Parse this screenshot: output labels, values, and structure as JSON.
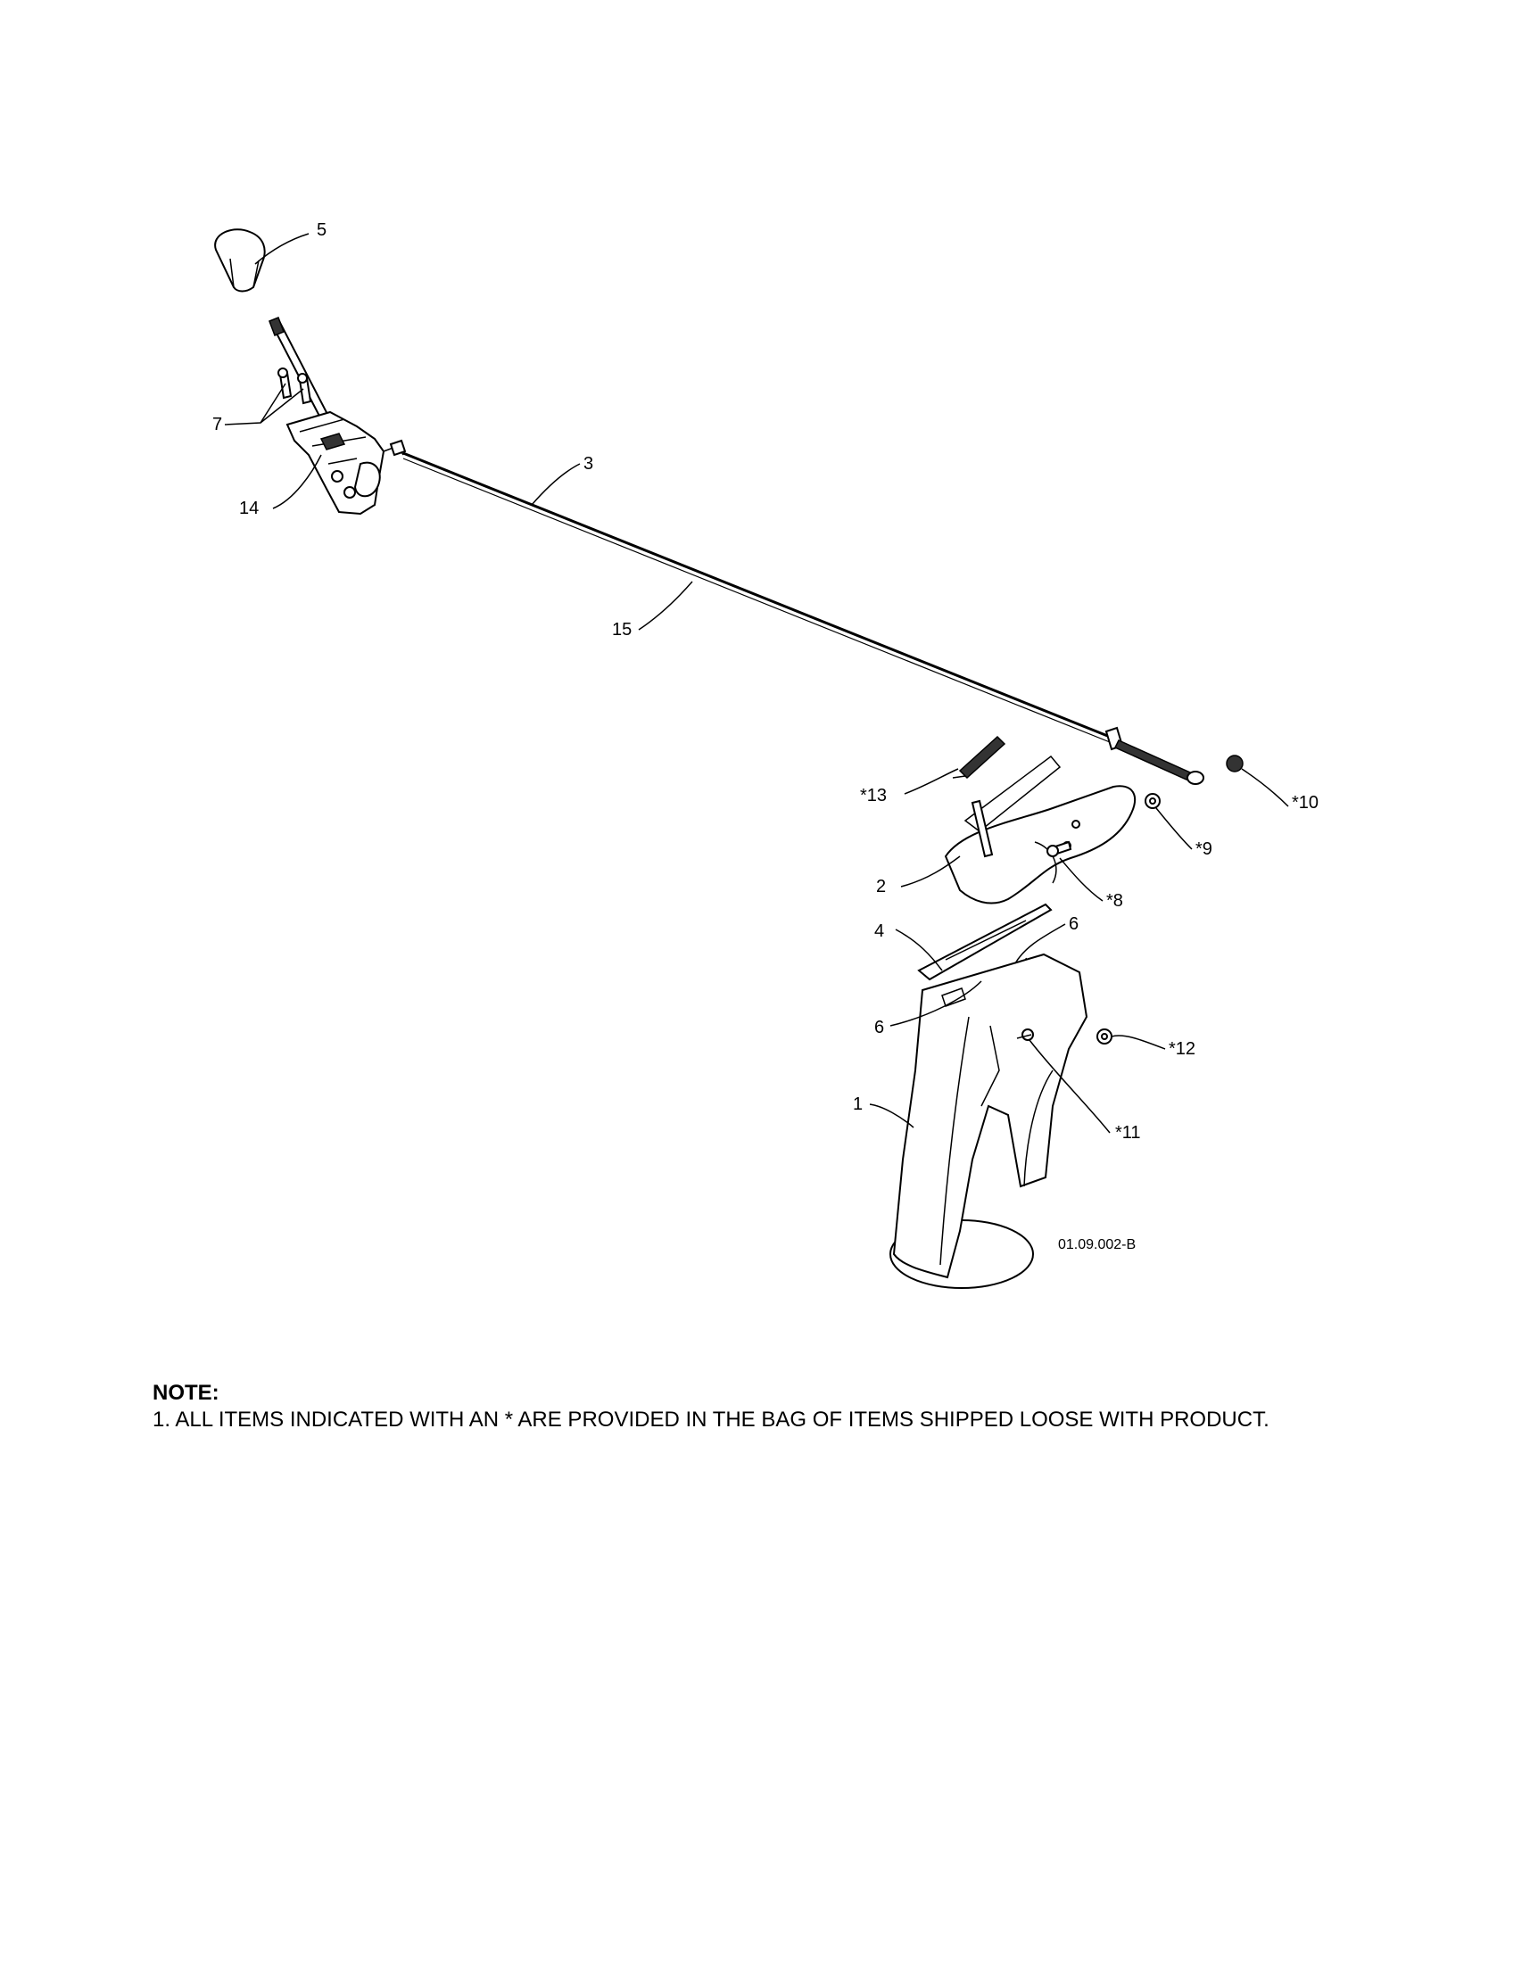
{
  "diagram": {
    "callouts": {
      "c5": "5",
      "c7": "7",
      "c14": "14",
      "c3": "3",
      "c15": "15",
      "c13": "*13",
      "c10": "*10",
      "c9": "*9",
      "c2": "2",
      "c8": "*8",
      "c4": "4",
      "c6a": "6",
      "c6b": "6",
      "c12": "*12",
      "c1": "1",
      "c11": "*11"
    },
    "drawing_code": "01.09.002-B"
  },
  "note": {
    "title": "NOTE:",
    "text": "1. ALL ITEMS INDICATED WITH AN * ARE PROVIDED IN THE BAG OF ITEMS SHIPPED LOOSE WITH PRODUCT."
  }
}
